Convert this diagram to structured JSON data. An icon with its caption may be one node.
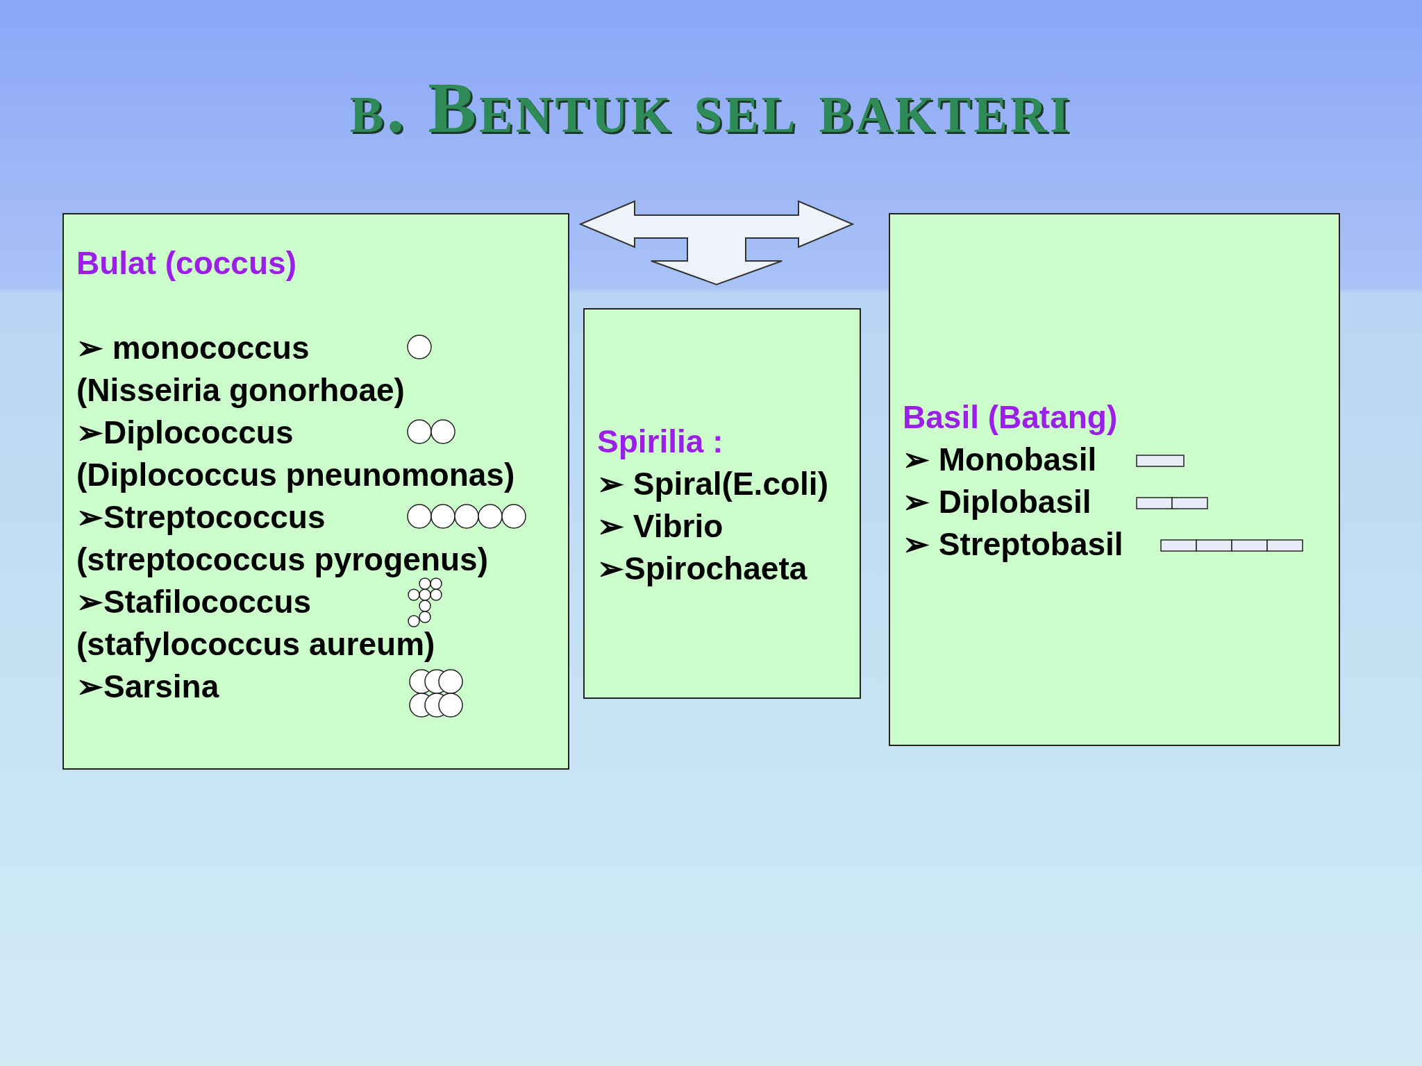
{
  "diagram": {
    "title": "b. Bentuk sel bakteri",
    "nodes": [
      {
        "text": [
          "Bulat (coccus)",
          "➢ monococcus",
          "(Nisseiria gonorhoae)",
          "➢Diplococcus",
          "(Diplococcus pneunomonas)",
          "➢Streptococcus",
          "(streptococcus pyrogenus)",
          "➢Stafilococcus",
          "(stafylococcus aureum)",
          "➢Sarsina"
        ]
      },
      {
        "text": [
          "Spirilia :",
          "➢ Spiral(E.coli)",
          "➢ Vibrio",
          "➢Spirochaeta"
        ]
      },
      {
        "text": [
          "Basil (Batang)",
          "➢ Monobasil",
          "➢ Diplobasil",
          "➢ Streptobasil"
        ]
      }
    ]
  }
}
